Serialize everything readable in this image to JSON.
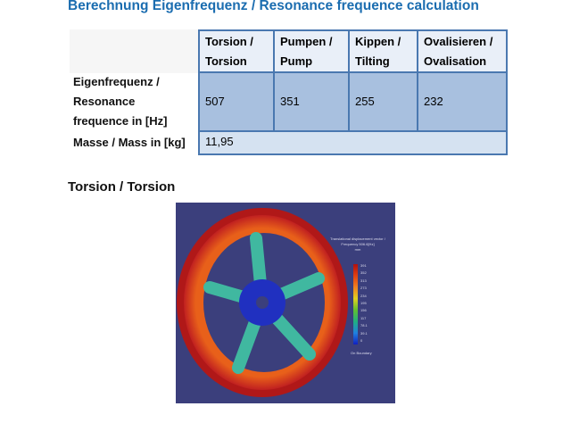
{
  "title": "Berechnung Eigenfrequenz / Resonance frequence calculation",
  "table": {
    "headers": [
      [
        "Torsion /",
        "Torsion"
      ],
      [
        "Pumpen /",
        "Pump"
      ],
      [
        "Kippen /",
        "Tilting"
      ],
      [
        "Ovalisieren /",
        "Ovalisation"
      ]
    ],
    "row_frequency": {
      "label": [
        "Eigenfrequenz /",
        "Resonance",
        "frequence in [Hz]"
      ],
      "values": [
        "507",
        "351",
        "255",
        "232"
      ]
    },
    "row_mass": {
      "label": "Masse / Mass in [kg]",
      "value": "11,95"
    }
  },
  "figure": {
    "heading": "Torsion / Torsion",
    "legend_title": "Translational displacement vector /",
    "legend_subtitle": "Frequency 506.6[Hz]",
    "legend_unit": "mm",
    "legend_ticks": [
      "391",
      "352",
      "313",
      "273",
      "234",
      "195",
      "156",
      "117",
      "78.1",
      "39.1",
      "0"
    ],
    "legend_footer": "On Boundary",
    "background": "#3b3f7c"
  }
}
